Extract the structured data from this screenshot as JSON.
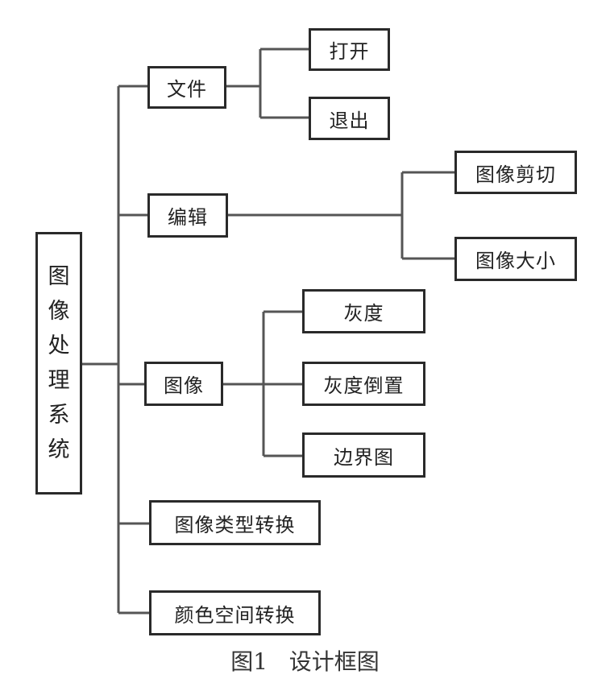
{
  "diagram": {
    "root": {
      "chars": [
        "图",
        "像",
        "处",
        "理",
        "系",
        "统"
      ]
    },
    "nodes": {
      "file": "文件",
      "open": "打开",
      "exit": "退出",
      "edit": "编辑",
      "crop": "图像剪切",
      "resize": "图像大小",
      "image": "图像",
      "gray": "灰度",
      "gray_invert": "灰度倒置",
      "edge": "边界图",
      "type_convert": "图像类型转换",
      "color_space": "颜色空间转换"
    }
  },
  "caption": "图1   设计框图"
}
